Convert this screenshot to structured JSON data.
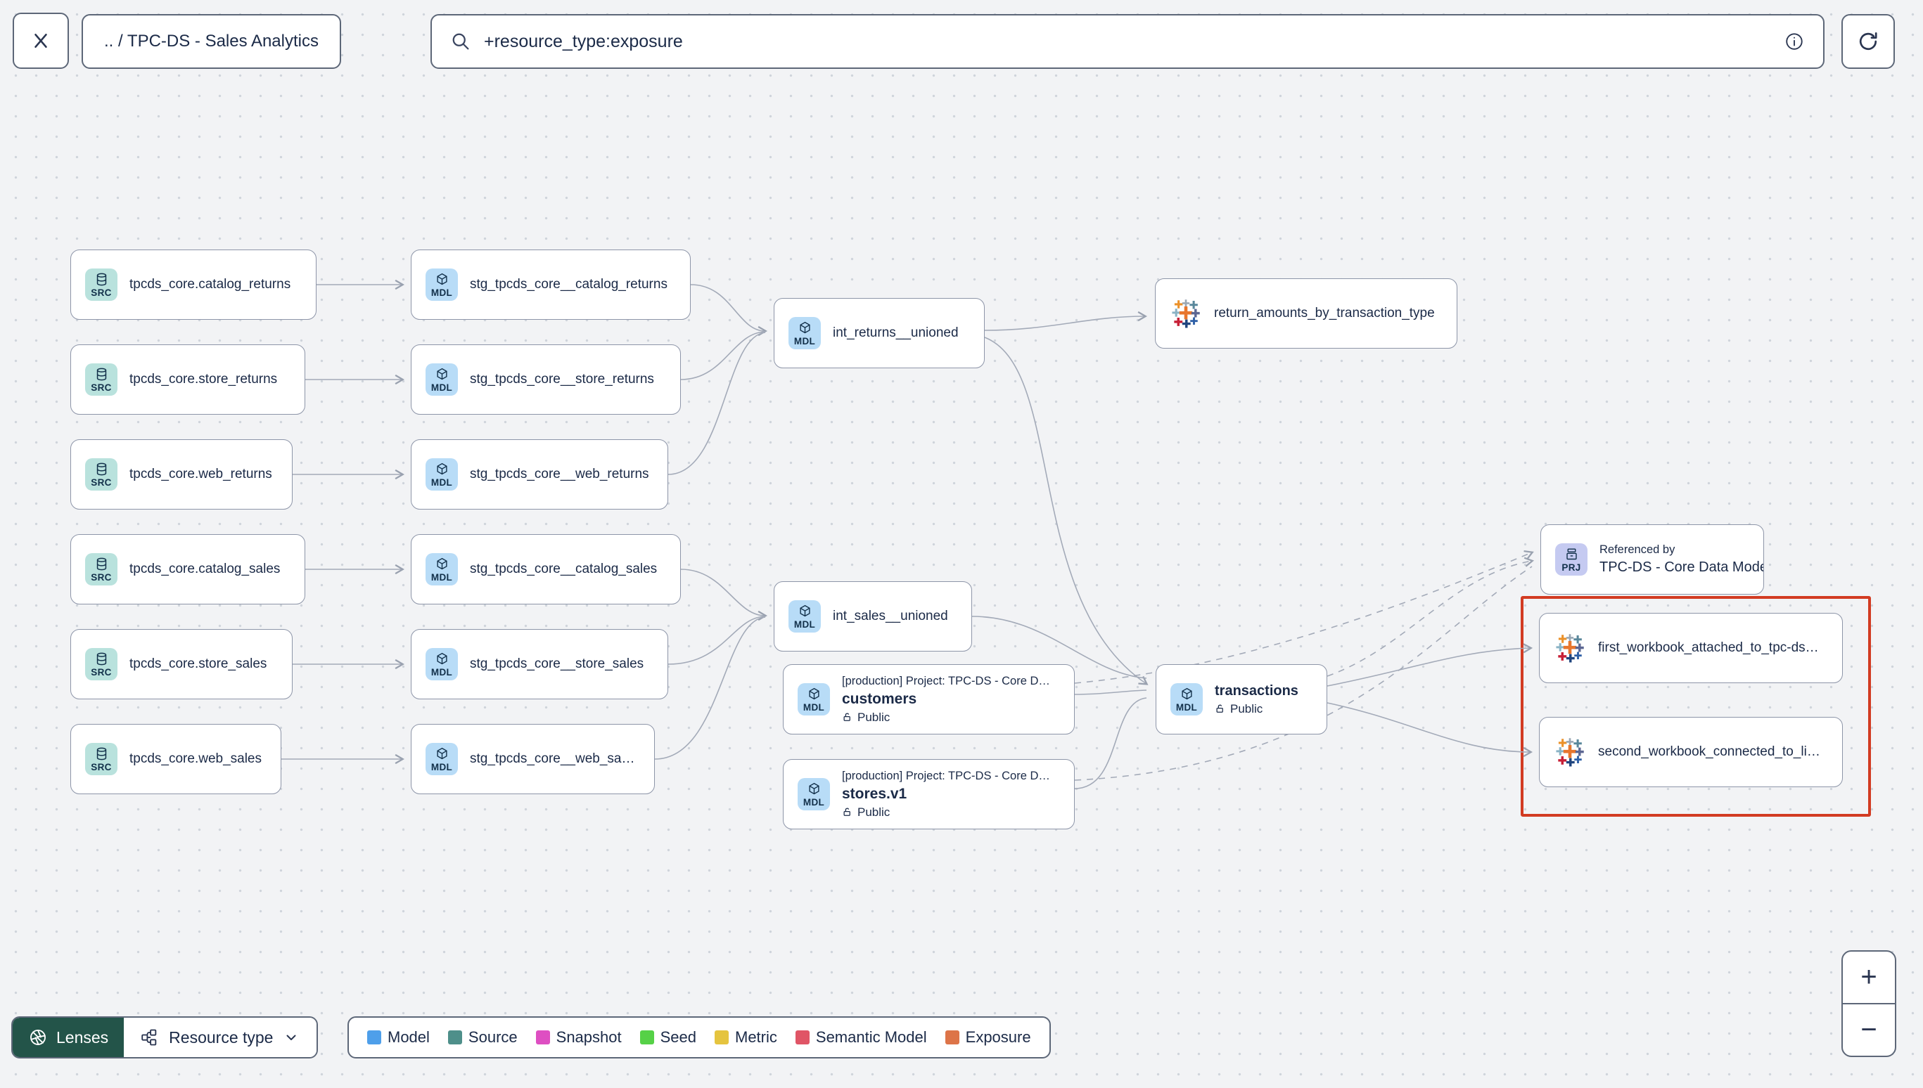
{
  "header": {
    "breadcrumb": ".. / TPC-DS - Sales Analytics",
    "search_value": "+resource_type:exposure"
  },
  "tags": {
    "source": "SRC",
    "model": "MDL",
    "project": "PRJ"
  },
  "graph": {
    "sources": [
      "tpcds_core.catalog_returns",
      "tpcds_core.store_returns",
      "tpcds_core.web_returns",
      "tpcds_core.catalog_sales",
      "tpcds_core.store_sales",
      "tpcds_core.web_sales"
    ],
    "staging": [
      "stg_tpcds_core__catalog_returns",
      "stg_tpcds_core__store_returns",
      "stg_tpcds_core__web_returns",
      "stg_tpcds_core__catalog_sales",
      "stg_tpcds_core__store_sales",
      "stg_tpcds_core__web_sales"
    ],
    "intermediate": [
      "int_returns__unioned",
      "int_sales__unioned"
    ],
    "public_models": [
      {
        "project_line": "[production] Project: TPC-DS - Core Data Mo…",
        "name": "customers",
        "access": "Public"
      },
      {
        "project_line": "[production] Project: TPC-DS - Core Data Mo…",
        "name": "stores.v1",
        "access": "Public"
      }
    ],
    "transactions": {
      "name": "transactions",
      "access": "Public"
    },
    "exposure_main": "return_amounts_by_transaction_type",
    "workbooks": [
      "first_workbook_attached_to_tpc-ds_-_…",
      "second_workbook_connected_to_live…"
    ],
    "referenced_by": {
      "title": "Referenced by",
      "name": "TPC-DS - Core Data Models"
    }
  },
  "toolbar": {
    "lenses": "Lenses",
    "resource_type": "Resource type"
  },
  "legend": {
    "items": [
      {
        "label": "Model",
        "color": "#4e9fea"
      },
      {
        "label": "Source",
        "color": "#4e8f8a"
      },
      {
        "label": "Snapshot",
        "color": "#de4fc2"
      },
      {
        "label": "Seed",
        "color": "#56d147"
      },
      {
        "label": "Metric",
        "color": "#e5c43f"
      },
      {
        "label": "Semantic Model",
        "color": "#e05566"
      },
      {
        "label": "Exposure",
        "color": "#dd7448"
      }
    ]
  },
  "zoom_controls": {
    "plus": "+",
    "minus": "−"
  },
  "colors": {
    "highlight": "#d23b22"
  }
}
